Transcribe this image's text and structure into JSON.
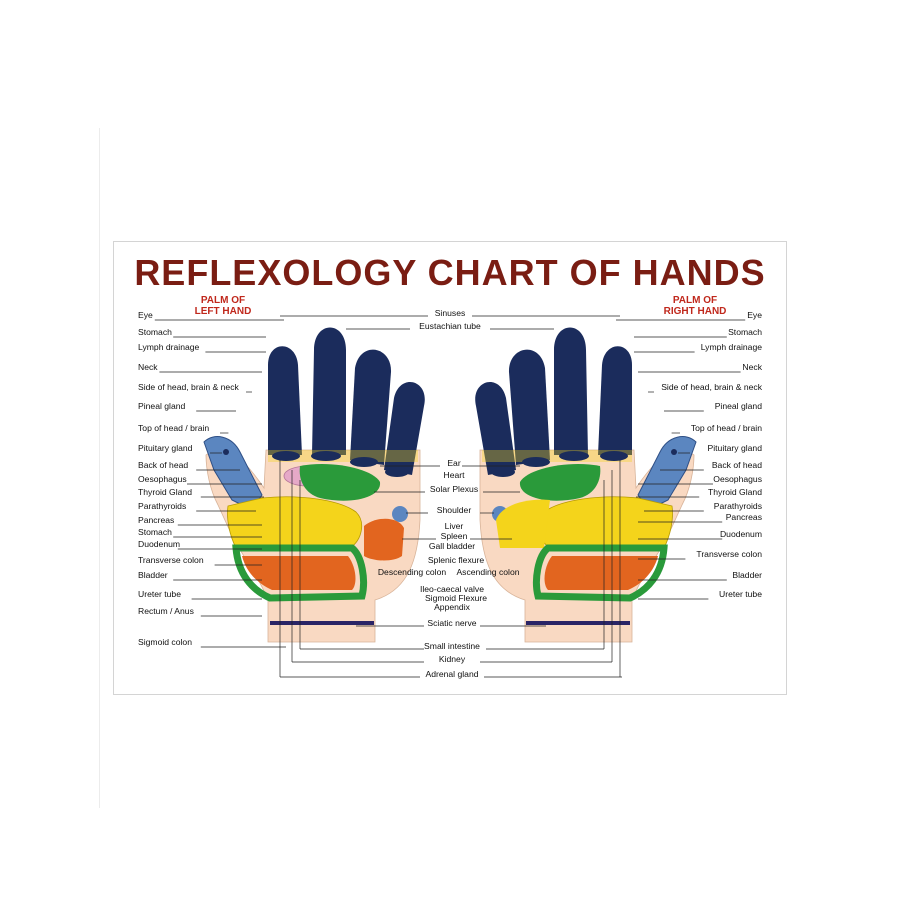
{
  "title": "REFLEXOLOGY CHART OF HANDS",
  "left_hand": {
    "label_line1": "PALM OF",
    "label_line2": "LEFT HAND",
    "labels": [
      "Eye",
      "Stomach",
      "Lymph drainage",
      "Neck",
      "Side of head, brain & neck",
      "Pineal gland",
      "Top of head / brain",
      "Pituitary gland",
      "Back of head",
      "Oesophagus",
      "Thyroid Gland",
      "Parathyroids",
      "Pancreas",
      "Stomach",
      "Duodenum",
      "Transverse colon",
      "Bladder",
      "Ureter tube",
      "Rectum / Anus",
      "Sigmoid colon"
    ]
  },
  "right_hand": {
    "label_line1": "PALM OF",
    "label_line2": "RIGHT HAND",
    "labels": [
      "Eye",
      "Stomach",
      "Lymph drainage",
      "Neck",
      "Side of head, brain & neck",
      "Pineal gland",
      "Top of head / brain",
      "Pituitary gland",
      "Back of head",
      "Oesophagus",
      "Thyroid Gland",
      "Parathyroids",
      "Pancreas",
      "Duodenum",
      "Transverse colon",
      "Bladder",
      "Ureter tube"
    ]
  },
  "center_labels": [
    "Sinuses",
    "Eustachian tube",
    "Ear",
    "Heart",
    "Solar Plexus",
    "Shoulder",
    "Liver",
    "Spleen",
    "Gall bladder",
    "Splenic flexure",
    "Descending colon",
    "Ascending colon",
    "Ileo-caecal valve",
    "Sigmoid Flexure",
    "Appendix",
    "Sciatic nerve",
    "Small intestine",
    "Kidney",
    "Adrenal gland"
  ],
  "colors": {
    "title": "#7a1d13",
    "palm_label": "#c0281c",
    "skin": "#f9d9c2",
    "finger_tips": "#1b2c5c",
    "thumb": "#5b86c0",
    "yellow": "#f4d41b",
    "green": "#2a9a3a",
    "orange": "#e2651f",
    "pink": "#e6a9c8",
    "navy_band": "#2a2466"
  }
}
